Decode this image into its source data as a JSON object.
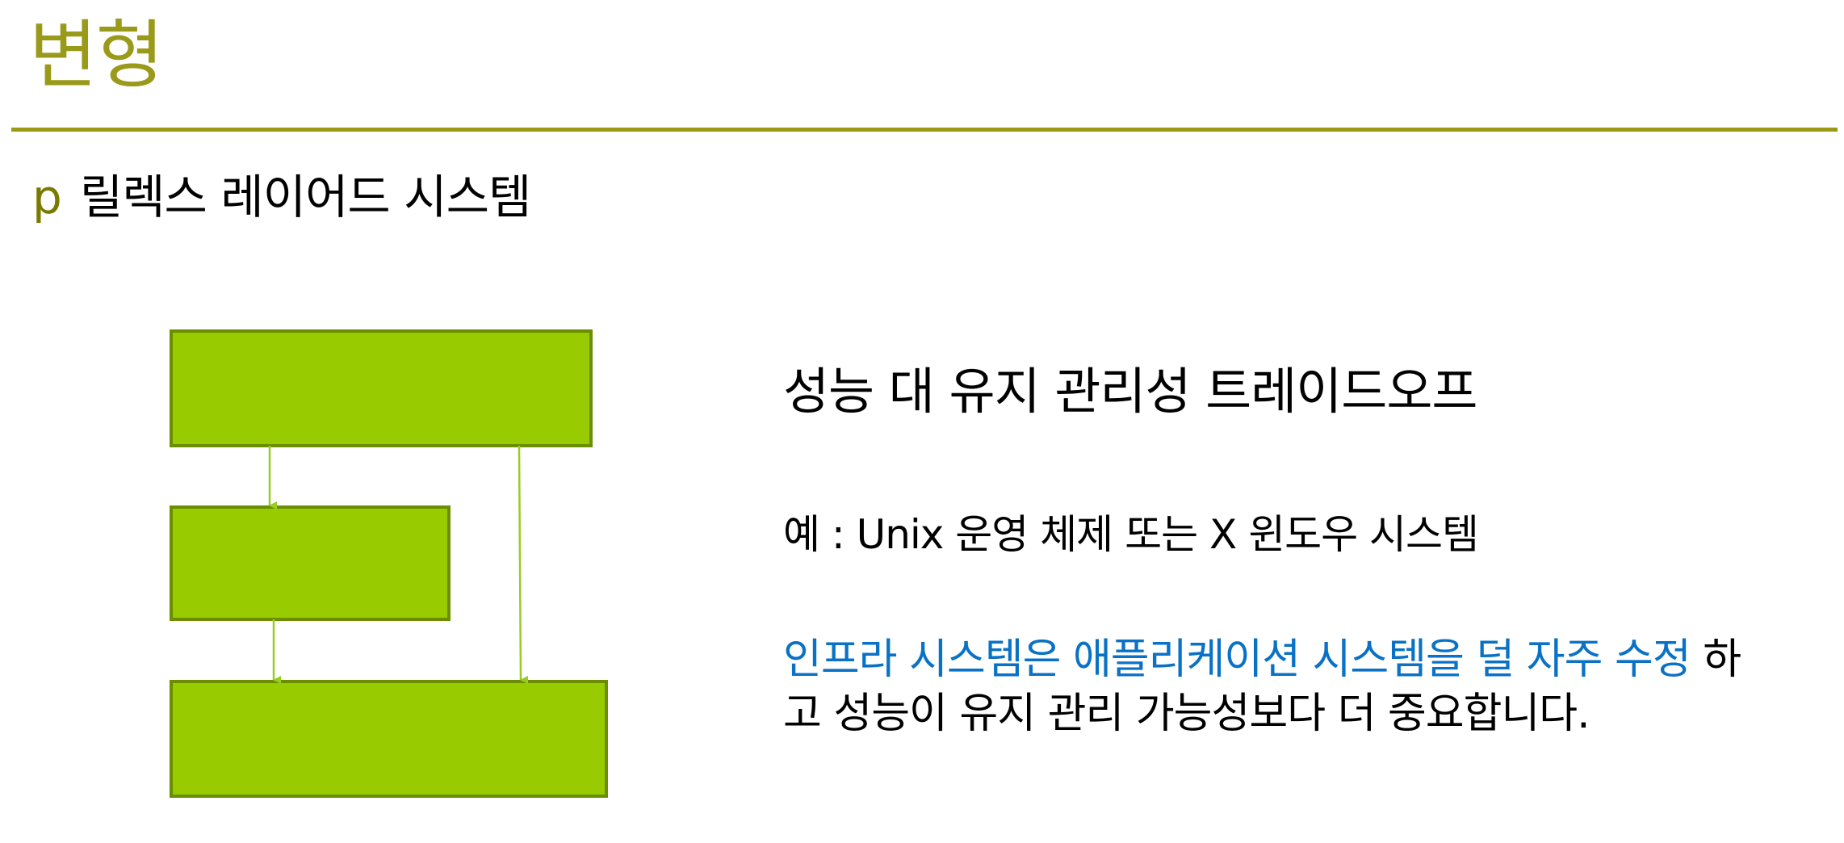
{
  "slide": {
    "title": "변형",
    "bullet_marker": "p",
    "bullet_text": "릴렉스 레이어드 시스템"
  },
  "content": {
    "subheading": "성능 대 유지 관리성 트레이드오프",
    "example": "예 : Unix 운영 체제 또는 X 윈도우 시스템",
    "paragraph_highlight": "인프라 시스템은 애플리케이션 시스템을 덜 자주 수정",
    "paragraph_rest": " 하고 성능이 유지 관리 가능성보다 더 중요합니다."
  },
  "diagram": {
    "layers": [
      "top-layer",
      "middle-layer",
      "bottom-layer"
    ],
    "connections": [
      {
        "from": "top-layer",
        "to": "middle-layer"
      },
      {
        "from": "middle-layer",
        "to": "bottom-layer"
      },
      {
        "from": "top-layer",
        "to": "bottom-layer"
      }
    ]
  },
  "colors": {
    "title": "#9a9a1a",
    "rule": "#999913",
    "box_fill": "#99cc00",
    "box_border": "#6b8e00",
    "arrow": "#99cc22",
    "highlight": "#0a72c6"
  }
}
